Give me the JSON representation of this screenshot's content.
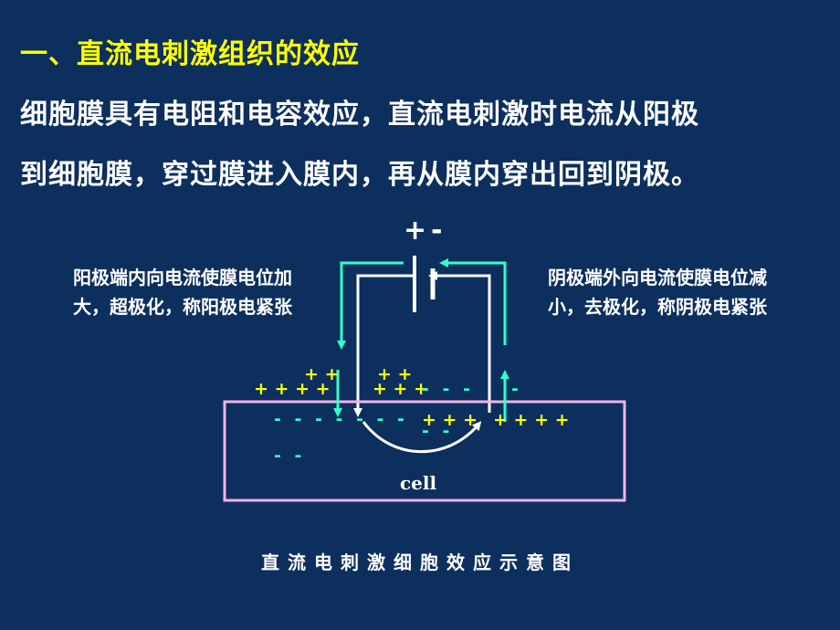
{
  "slide": {
    "title": "一、直流电刺激组织的效应",
    "body_line1": "细胞膜具有电阻和电容效应，直流电刺激时电流从阳极",
    "body_line2": "到细胞膜，穿过膜进入膜内，再从膜内穿出回到阴极。"
  },
  "diagram": {
    "battery_plus": "+",
    "battery_minus": "-",
    "left_note": "阳极端内向电流使膜电位加大，超极化，称阳极电紧张",
    "right_note": "阴极端外向电流使膜电位减小，去极化，称阴极电紧张",
    "cell_label": "cell",
    "charges": {
      "top_left_upper": "+ +",
      "top_left_lower": "+ + + +",
      "top_mid_upper": "+ +",
      "top_mid_lower": "+ + +",
      "top_right_neg": "- - -",
      "top_far_right_neg": "-",
      "inside_left_neg": "- - - - - - -",
      "inside_left_neg2": "- -",
      "inside_mid_pos": "+ + +",
      "inside_mid_neg": "- -",
      "inside_right_pos": "+ + + +"
    },
    "caption": "直流电刺激细胞效应示意图"
  },
  "colors": {
    "background": "#0d2f5e",
    "title": "#ffff00",
    "text": "#ffffff",
    "cell_border": "#f0b4e8",
    "external_current": "#33ffcc",
    "positive": "#ffff00",
    "negative": "#33ffcc"
  }
}
